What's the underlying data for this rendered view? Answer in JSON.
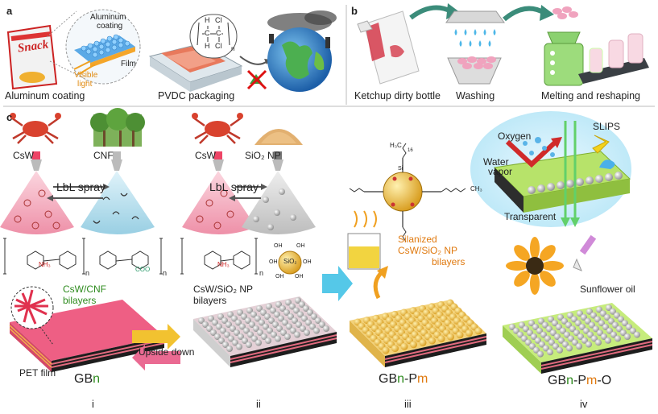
{
  "panel_a": {
    "letter": "a",
    "aluminum_caption": "Aluminum coating",
    "snack_text": "Snack",
    "aluminum_label_line1": "Aluminum",
    "aluminum_label_line2": "coating",
    "film_label": "Film",
    "visible_light_line1": "Visible",
    "visible_light_line2": "light",
    "pvdc_caption": "PVDC packaging",
    "pvdc_struct": {
      "h1": "H",
      "cl1": "Cl",
      "c1": "C",
      "c2": "C",
      "h2": "H",
      "cl2": "Cl",
      "n": "n"
    }
  },
  "panel_b": {
    "letter": "b",
    "ketchup_caption": "Ketchup dirty bottle",
    "washing_caption": "Washing",
    "melting_caption": "Melting and reshaping"
  },
  "panel_c": {
    "letter": "c",
    "csw_label_1": "CsW",
    "cnf_label": "CNF",
    "lbl_spray_1": "LbL spray",
    "csw_label_2": "CsW",
    "sio2_label": "SiO₂ NP",
    "lbl_spray_2": "LbL spray",
    "nh3_label": "NH₃",
    "coo_label": "COO",
    "n_label": "n",
    "sio2_center": "SiO₂",
    "oh": "OH",
    "csw_cnf_bilayers_line1": "CsW/CNF",
    "csw_cnf_bilayers_line2": "bilayers",
    "csw_sio2_bilayers_line1": "CsW/SiO₂ NP",
    "csw_sio2_bilayers_line2": "bilayers",
    "upside_down": "Upside down",
    "pet_film": "PET film",
    "silanized_line1": "Silanized",
    "silanized_line2": "CsW/SiO₂ NP",
    "silanized_line3": "bilayers",
    "silane_h3c": "H₃C",
    "silane_ch3": "CH₃",
    "silane_16": "16",
    "silane_si": "Si",
    "oxygen": "Oxygen",
    "water_vapor_line1": "Water",
    "water_vapor_line2": "vapor",
    "slips": "SLIPS",
    "transparent": "Transparent",
    "sunflower_oil": "Sunflower oil",
    "gbn": {
      "prefix": "GB",
      "n": "n"
    },
    "gbnpm": {
      "prefix": "GB",
      "n": "n",
      "dash": "-P",
      "m": "m"
    },
    "gbnpmo": {
      "prefix": "GB",
      "n": "n",
      "dash": "-P",
      "m": "m",
      "suffix": "-O"
    },
    "stage_i": "i",
    "stage_ii": "ii",
    "stage_iii": "iii",
    "stage_iv": "iv"
  },
  "colors": {
    "green_accent": "#2e8b1e",
    "orange_accent": "#e07a10",
    "pink_film": "#e9567a",
    "cone_pink": "#f3a3b7",
    "cone_blue": "#a9d8e8",
    "cone_grey": "#c9c9c9",
    "arrow_teal": "#3b8c7a",
    "arrow_cyan": "#55c8e8"
  }
}
